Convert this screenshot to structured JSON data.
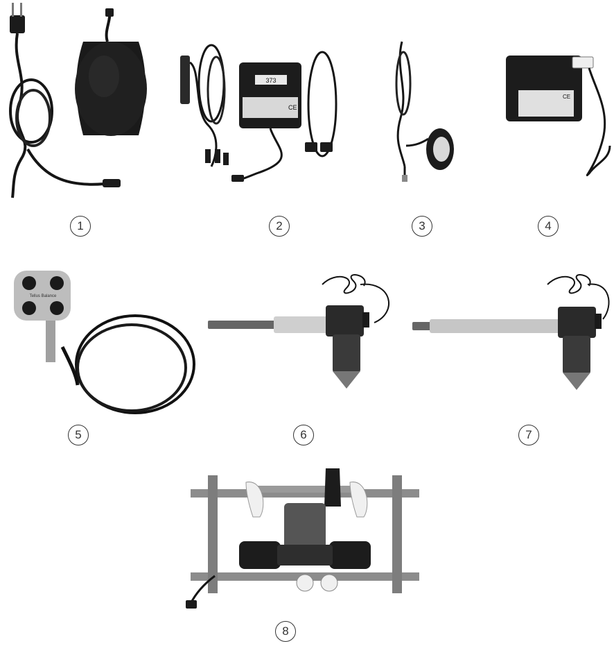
{
  "figure": {
    "labels": {
      "item1": "1",
      "item2": "2",
      "item3": "3",
      "item4": "4",
      "item5": "5",
      "item6": "6",
      "item7": "7",
      "item8": "8"
    },
    "printed_marks": {
      "control_box_label": "373",
      "sensor_pad_text": "Tellus Balance",
      "ce_mark": "CE"
    }
  }
}
